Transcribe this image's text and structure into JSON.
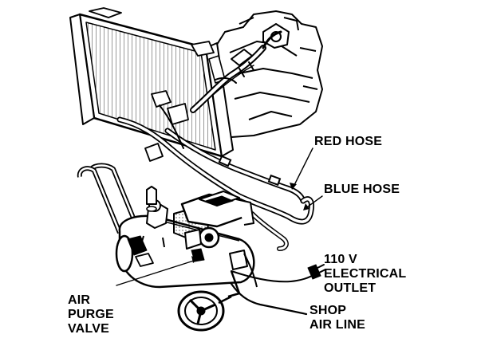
{
  "labels": {
    "red_hose": "RED HOSE",
    "blue_hose": "BLUE HOSE",
    "electrical_outlet": [
      "110 V",
      "ELECTRICAL",
      "OUTLET"
    ],
    "air_purge_valve": [
      "AIR",
      "PURGE",
      "VALVE"
    ],
    "shop_air_line": [
      "SHOP",
      "AIR LINE"
    ]
  },
  "colors": {
    "ink": "#000000",
    "paper": "#ffffff"
  }
}
